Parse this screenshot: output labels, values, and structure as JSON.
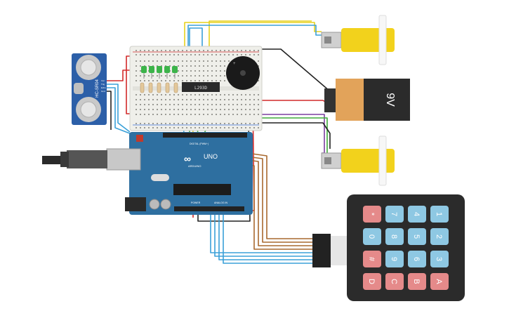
{
  "arduino": {
    "brand": "UNO",
    "logo_text": "ARDUINO",
    "digital_label": "DIGITAL (PWM~)",
    "power_label": "POWER",
    "analog_label": "ANALOG IN"
  },
  "ultrasonic": {
    "model": "HC-SR04",
    "pins": [
      "Vcc",
      "Trig",
      "Echo",
      "Gnd"
    ]
  },
  "driver_chip": {
    "label": "L293D"
  },
  "battery": {
    "label": "9V"
  },
  "keypad": {
    "rows": [
      [
        "1",
        "2",
        "3",
        "A"
      ],
      [
        "4",
        "5",
        "6",
        "B"
      ],
      [
        "7",
        "8",
        "9",
        "C"
      ],
      [
        "*",
        "0",
        "#",
        "D"
      ]
    ]
  },
  "colors": {
    "arduino_board": "#2e6fa0",
    "breadboard": "#efefea",
    "motor_yellow": "#f2d21c",
    "battery_body": "#d08a3c",
    "keypad_frame": "#2b2b2b",
    "key_blue": "#8ec8e3",
    "key_red": "#e58a8a",
    "led_green": "#3cb44a",
    "wire_red": "#d22a2a",
    "wire_black": "#222222",
    "wire_blue": "#3aa0d8",
    "wire_yellow": "#e6d11d",
    "wire_brown": "#a8682e",
    "wire_purple": "#7b3fa0",
    "wire_green": "#3eaa3a"
  }
}
